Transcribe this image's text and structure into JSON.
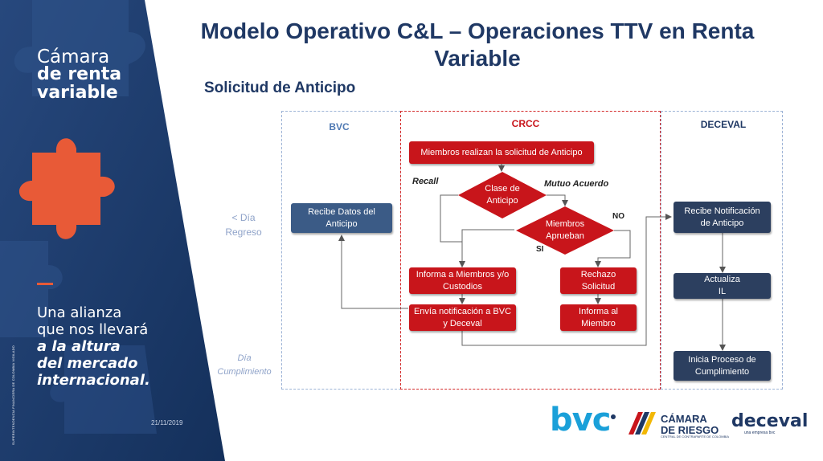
{
  "branding": {
    "line1": "Cámara",
    "line2": "de renta",
    "line3": "variable",
    "tagline": [
      "Una alianza",
      "que nos llevará",
      "a la altura",
      "del mercado",
      "internacional."
    ],
    "vertical_label": "SUPERINTENDENCIA FINANCIERA DE COLOMBIA VIGILADO",
    "date": "21/11/2019"
  },
  "title": "Modelo Operativo C&L – Operaciones TTV en Renta Variable",
  "subtitle": "Solicitud de Anticipo",
  "lanes": {
    "bvc": "BVC",
    "crcc": "CRCC",
    "deceval": "DECEVAL"
  },
  "side_labels": {
    "regreso": [
      "< Día",
      "Regreso"
    ],
    "cumplimiento": [
      "Día",
      "Cumplimiento"
    ]
  },
  "nodes": {
    "miembros_solicitud": "Miembros realizan la solicitud de Anticipo",
    "clase_anticipo": [
      "Clase de",
      "Anticipo"
    ],
    "miembros_aprueban": [
      "Miembros",
      "Aprueban"
    ],
    "informa_miembros": [
      "Informa a Miembros y/o",
      "Custodios"
    ],
    "envia_notificacion": [
      "Envía notificación a BVC",
      "y Deceval"
    ],
    "rechazo": [
      "Rechazo",
      "Solicitud"
    ],
    "informa_miembro": [
      "Informa al",
      "Miembro"
    ],
    "recibe_datos": [
      "Recibe Datos del",
      "Anticipo"
    ],
    "recibe_notificacion": [
      "Recibe Notificación",
      "de Anticipo"
    ],
    "actualiza": [
      "Actualiza",
      "IL"
    ],
    "inicia_proceso": [
      "Inicia Proceso de",
      "Cumplimiento"
    ]
  },
  "edge_labels": {
    "recall": "Recall",
    "mutuo": "Mutuo Acuerdo",
    "no": "NO",
    "si": "SI"
  },
  "logos": {
    "bvc": "bvc",
    "camara_line1": "CÁMARA",
    "camara_line2": "DE RIESGO",
    "camara_line3": "CENTRAL DE CONTRAPARTE DE COLOMBIA",
    "deceval": "deceval",
    "deceval_sub": "una empresa bvc"
  },
  "colors": {
    "title": "#1f3864",
    "red": "#c8151b",
    "navy": "#2c3f5f",
    "steel": "#3b5b86",
    "panel": "#1b3a6b"
  }
}
